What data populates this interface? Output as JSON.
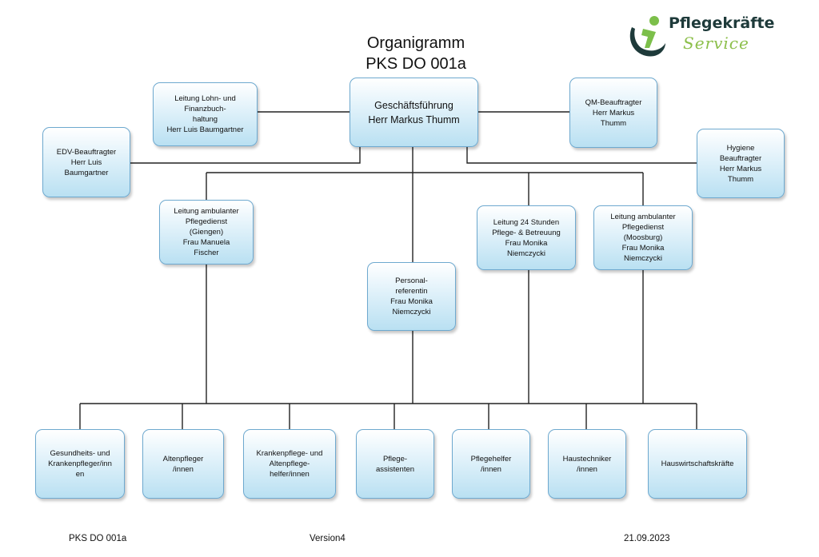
{
  "title": {
    "line1": "Organigramm",
    "line2": "PKS DO 001a"
  },
  "logo": {
    "name": "Pflegekräfte",
    "script": "Service"
  },
  "nodes": {
    "geschaeftsfuehrung": "Geschäftsführung\nHerr Markus Thumm",
    "lohn": "Leitung Lohn- und\nFinanzbuch-\nhaltung\nHerr Luis Baumgartner",
    "qm": "QM-Beauftragter\nHerr Markus\nThumm",
    "edv": "EDV-Beauftragter\nHerr Luis\nBaumgartner",
    "hygiene": "Hygiene\nBeauftragter\nHerr Markus\nThumm",
    "ambulant_giengen": "Leitung ambulanter\nPflegedienst\n(Giengen)\nFrau Manuela\nFischer",
    "leitung24": "Leitung 24 Stunden\nPflege- & Betreuung\nFrau Monika\nNiemczycki",
    "ambulant_moosburg": "Leitung ambulanter\nPflegedienst\n(Moosburg)\nFrau Monika\nNiemczycki",
    "personal": "Personal-\nreferentin\nFrau Monika\nNiemczycki",
    "gesundheit": "Gesundheits- und\nKrankenpfleger/inn\nen",
    "altenpfleger": "Altenpfleger\n/innen",
    "krankenpflegehelfer": "Krankenpflege- und\nAltenpflege-\nhelfer/innen",
    "pflegeassistenten": "Pflege-\nassistenten",
    "pflegehelfer": "Pflegehelfer\n/innen",
    "haustechniker": "Haustechniker\n/innen",
    "hauswirtschaft": "Hauswirtschaftskräfte"
  },
  "footer": {
    "left": "PKS DO 001a",
    "center": "Version4",
    "right": "21.09.2023"
  }
}
